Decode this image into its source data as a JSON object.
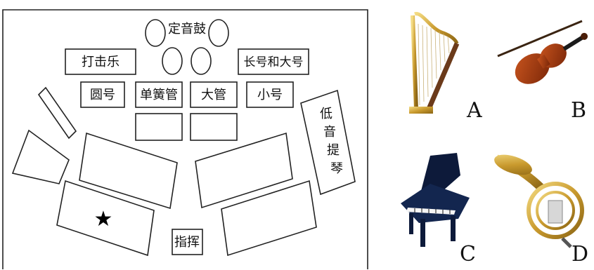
{
  "diagram": {
    "labels": {
      "timpani": "定音鼓",
      "percussion": "打击乐",
      "trombone_tuba": "长号和大号",
      "horn": "圆号",
      "clarinet": "单簧管",
      "bassoon": "大管",
      "trumpet": "小号",
      "double_bass": [
        "低",
        "音",
        "提",
        "琴"
      ],
      "conductor": "指挥"
    },
    "marker": "★"
  },
  "options": [
    {
      "letter": "A",
      "icon": "harp-icon"
    },
    {
      "letter": "B",
      "icon": "violin-icon"
    },
    {
      "letter": "C",
      "icon": "grand-piano-icon"
    },
    {
      "letter": "D",
      "icon": "french-horn-icon"
    }
  ]
}
